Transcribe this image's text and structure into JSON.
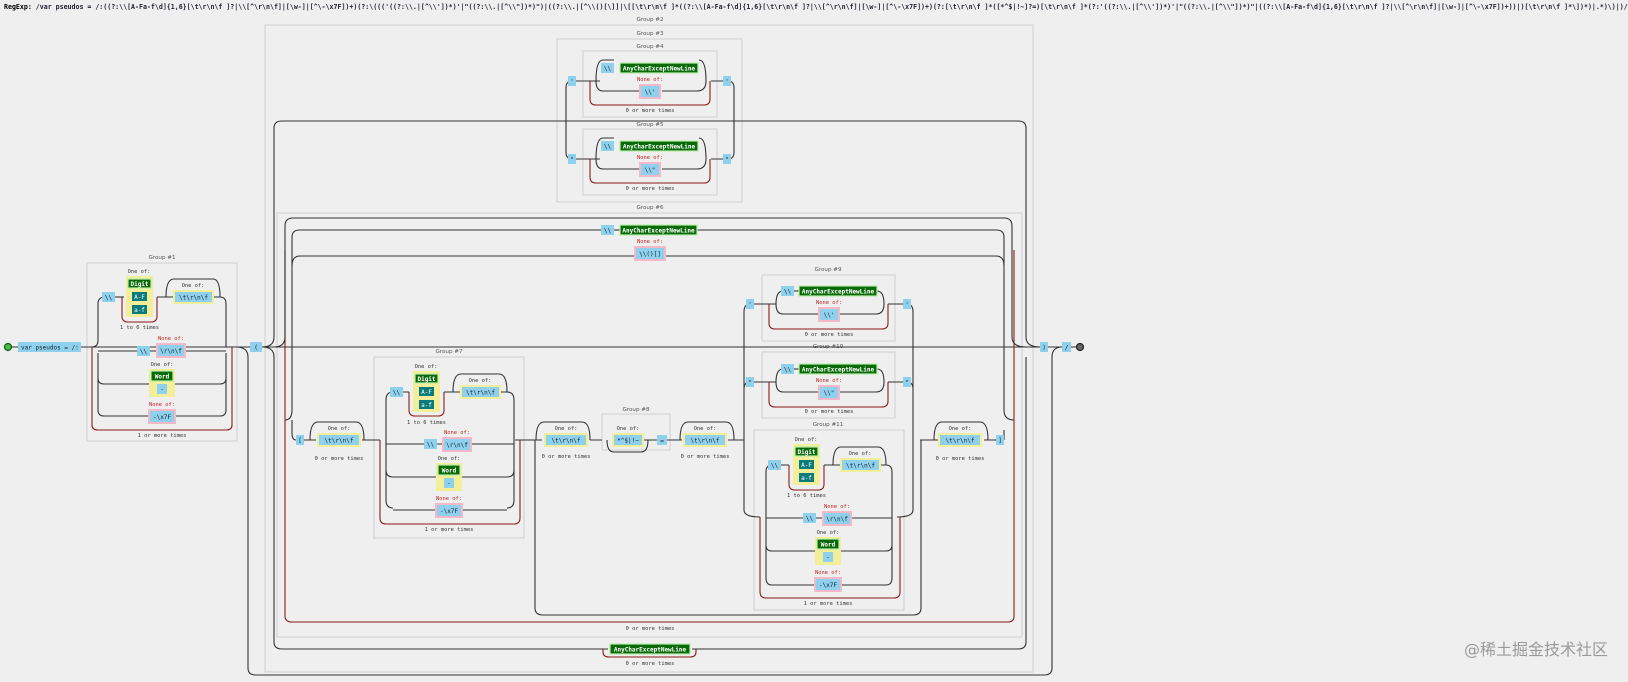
{
  "regex": {
    "label": "RegExp:",
    "source": "/var pseudos = /:((?:\\\\[A-Fa-f\\d]{1,6}[\\t\\r\\n\\f ]?|\\\\[^\\r\\n\\f]|[\\w-]|[^\\-\\x7F])+)(?:\\((('((?:\\\\.|[^\\\\'])*)'|\"((?:\\\\.|[^\\\\\"])*)\")|((?:\\\\.|[^\\\\()[\\]]|\\[[\\t\\r\\n\\f ]*((?:\\\\[A-Fa-f\\d]{1,6}[\\t\\r\\n\\f ]?|\\\\[^\\r\\n\\f]|[\\w-]|[^\\-\\x7F])+)(?:[\\t\\r\\n\\f ]*([*^$|!~]?=)[\\t\\r\\n\\f ]*(?:'((?:\\\\.|[^\\\\'])*)'|\"((?:\\\\.|[^\\\\\"])*)\"|((?:\\\\[A-Fa-f\\d]{1,6}[\\t\\r\\n\\f ]?|\\\\[^\\r\\n\\f]|[\\w-]|[^\\-\\x7F])+))|)[\\t\\r\\n\\f ]*\\])*)|.*)\\)|)/"
  },
  "groups": {
    "g1": "Group #1",
    "g2": "Group #2",
    "g3": "Group #3",
    "g4": "Group #4",
    "g5": "Group #5",
    "g6": "Group #6",
    "g7": "Group #7",
    "g8": "Group #8",
    "g9": "Group #9",
    "g10": "Group #10",
    "g11": "Group #11"
  },
  "nodes": {
    "start_literal": "var pseudos = /:",
    "open_paren": "(",
    "close_paren": ")",
    "slash": "/",
    "squote": "'",
    "dquote": "\"",
    "backslash": "\\\\",
    "any_char": "AnyCharExceptNewLine",
    "bracket_open": "[",
    "bracket_close": "]",
    "equals": "=",
    "backslash_quote": "\\\\'",
    "backslash_dquote": "\\\\\"",
    "backslash_paren_bracket": "\\\\()[]"
  },
  "sets": {
    "one_of": "One of:",
    "none_of": "None of:",
    "digit": "Digit",
    "af_upper": "A-F",
    "af_lower": "a-f",
    "word": "Word",
    "dash": "-",
    "whitespace": "\\t\\r\\n\\f",
    "crlf": "\\r\\n\\f",
    "range_x7f": "-\\x7F",
    "cmp_ops": "*^$|!~"
  },
  "counts": {
    "one_to_six": "1 to 6 times",
    "zero_or_more": "0 or more times",
    "one_or_more": "1 or more times"
  },
  "watermark": "@稀土掘金技术社区",
  "colors": {
    "literal": "#8fd1ec",
    "any_char": "#0a6a0a",
    "char_class": "#0a7a7a",
    "one_of_bg": "#f3ee9a",
    "none_of_bg": "#f4b8c8",
    "loop": "#8b1a1a",
    "start_node": "#3fbf3f",
    "end_node": "#666666"
  }
}
